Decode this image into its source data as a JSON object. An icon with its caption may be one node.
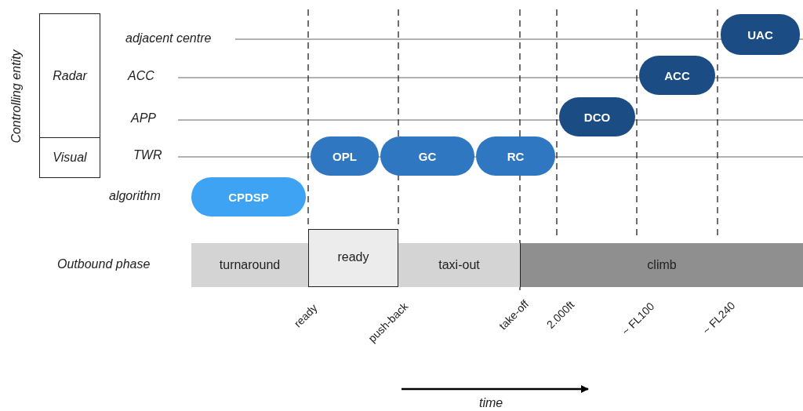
{
  "diagram": {
    "nodes": [
      {
        "text": [
          "Radar"
        ]
      },
      {
        "text": [
          "Visual"
        ]
      },
      {
        "text": [
          "CPDSP"
        ]
      },
      {
        "text": [
          "OPL"
        ]
      },
      {
        "text": [
          "GC"
        ]
      },
      {
        "text": [
          "RC"
        ]
      },
      {
        "text": [
          "DCO"
        ]
      },
      {
        "text": [
          "ACC"
        ]
      },
      {
        "text": [
          "UAC"
        ]
      },
      {
        "text": [
          "turnaround"
        ]
      },
      {
        "text": [
          "ready"
        ]
      },
      {
        "text": [
          "taxi-out"
        ]
      },
      {
        "text": [
          "climb"
        ]
      }
    ],
    "labels": [
      "Controlling entity",
      "adjacent centre",
      "ACC",
      "APP",
      "TWR",
      "algorithm",
      "Outbound phase",
      "ready",
      "push-back",
      "take-off",
      "2.000ft",
      "~ FL100",
      "~ FL240",
      "time"
    ]
  }
}
